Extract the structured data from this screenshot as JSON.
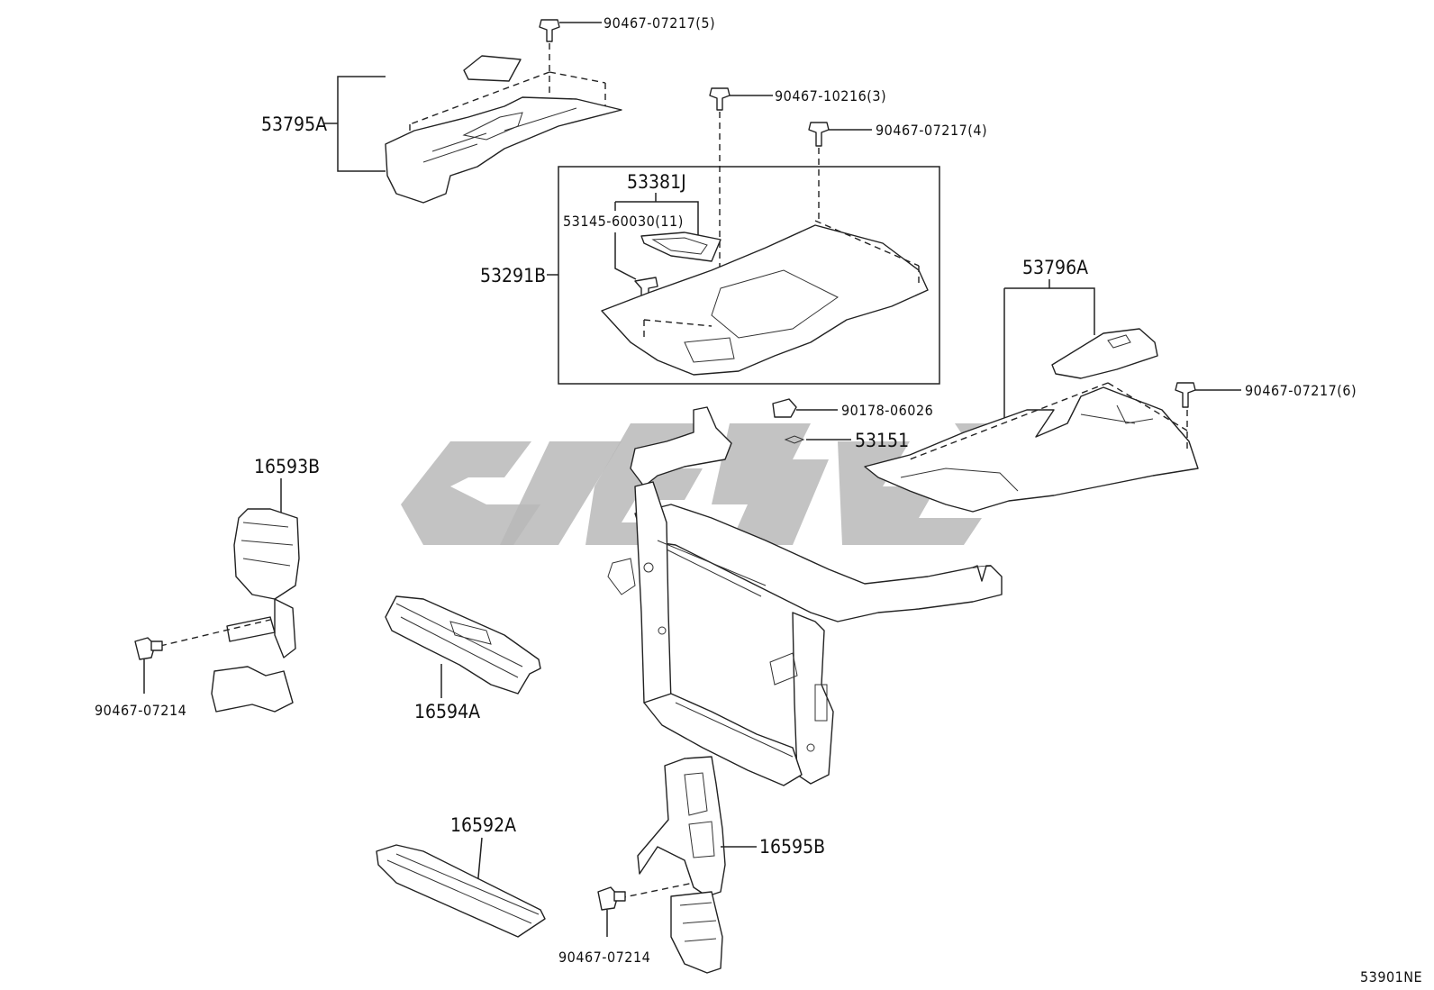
{
  "diagram_code": "53901NE",
  "labels": {
    "clip_90467_07217_5": "90467-07217(5)",
    "part_53795A": "53795A",
    "clip_90467_10216_3": "90467-10216(3)",
    "clip_90467_07217_4": "90467-07217(4)",
    "part_53381J": "53381J",
    "clip_53145_60030_11": "53145-60030(11)",
    "part_53291B": "53291B",
    "part_53796A": "53796A",
    "clip_90467_07217_6": "90467-07217(6)",
    "clip_90178_06026": "90178-06026",
    "part_53151": "53151",
    "part_16593B": "16593B",
    "bolt_90467_07214_left": "90467-07214",
    "part_16594A": "16594A",
    "part_16592A": "16592A",
    "part_16595B": "16595B",
    "bolt_90467_07214_bottom": "90467-07214"
  },
  "icons": {
    "clip": "push-clip-icon",
    "bolt": "bolt-icon",
    "watermark": "watermark-logo"
  }
}
